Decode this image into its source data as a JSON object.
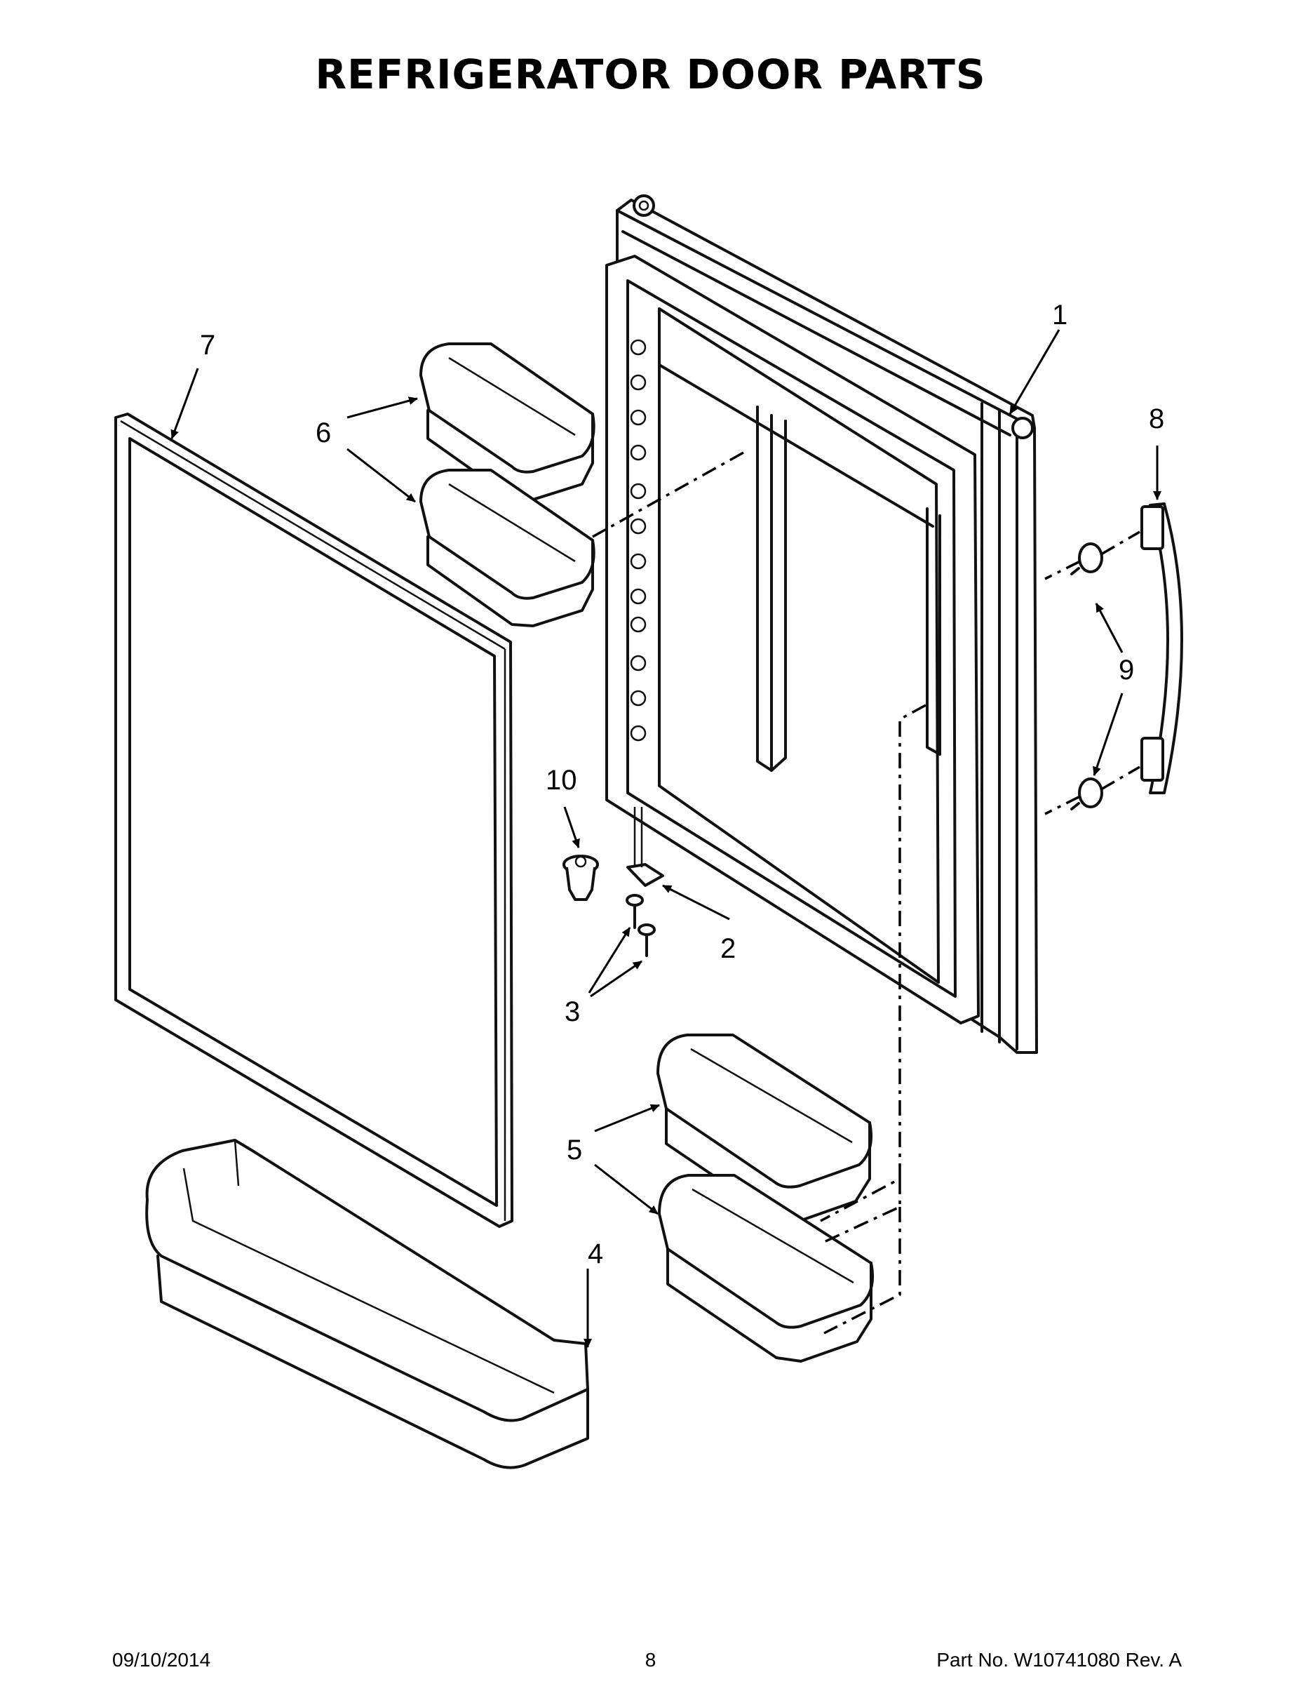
{
  "title": "REFRIGERATOR DOOR PARTS",
  "callouts": {
    "c1": "1",
    "c2": "2",
    "c3": "3",
    "c4": "4",
    "c5": "5",
    "c6": "6",
    "c7": "7",
    "c8": "8",
    "c9": "9",
    "c10": "10"
  },
  "footer": {
    "date": "09/10/2014",
    "page": "8",
    "part_no": "Part No.  W10741080  Rev.  A"
  },
  "colors": {
    "line": "#111111",
    "background": "#ffffff"
  }
}
